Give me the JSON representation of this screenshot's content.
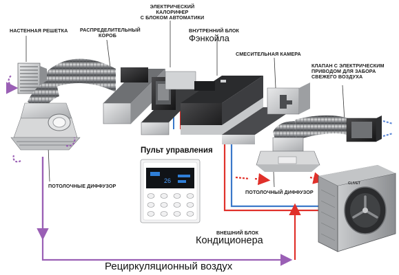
{
  "labels": {
    "ceiling_grille": "НАСТЕННАЯ РЕШЕТКА",
    "distribution_box": [
      "РАСПРЕДЕЛИТЕЛЬНЫЙ",
      "КОРОБ"
    ],
    "electric_heater": [
      "ЭЛЕКТРИЧЕСКИЙ КАЛОРИФЕР",
      "С БЛОКОМ АВТОМАТИКИ"
    ],
    "indoor_unit": "ВНУТРЕННИЙ БЛОК",
    "fancoil": "Фэнкойла",
    "mixing_chamber": "СМЕСИТЕЛЬНАЯ КАМЕРА",
    "damper": [
      "КЛАПАН С ЭЛЕКТРИЧЕСКИМ",
      "ПРИВОДОМ ДЛЯ ЗАБОРА",
      "СВЕЖЕГО ВОЗДУХА"
    ],
    "remote": "Пульт управления",
    "ceiling_diffuser_left": "ПОТОЛОЧНЫЕ ДИФФУЗОР",
    "ceiling_diffuser_right": "ПОТОЛОЧНЫЙ ДИФФУЗОР",
    "outdoor_unit": "ВНЕШНИЙ БЛОК",
    "conditioner": "Кондиционера",
    "recirculation": "Рециркуляционный воздух",
    "outdoor_brand": "CLIVET"
  },
  "colors": {
    "return_air": "#9a5fb5",
    "supply_air": "#e0302a",
    "refrigerant_blue": "#3a78c9",
    "fresh_air": "#5a86d6",
    "duct_metal": "#a7a9ac",
    "box_dark": "#2b2b2b"
  }
}
